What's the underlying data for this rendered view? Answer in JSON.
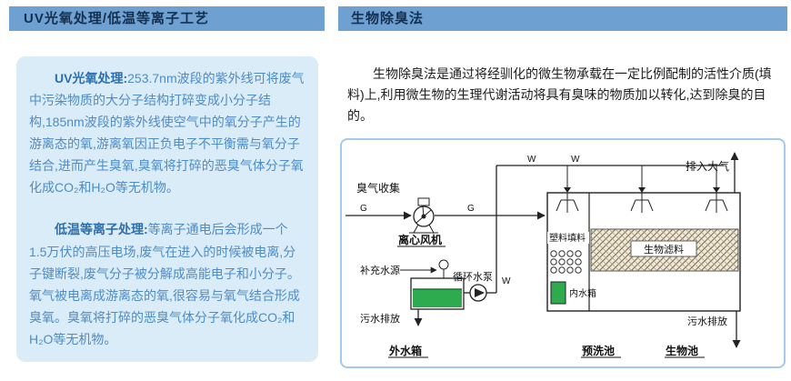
{
  "left_panel": {
    "header": "UV光氧处理/低温等离子工艺",
    "sections": [
      {
        "title": "UV光氧处理:",
        "body": "253.7nm波段的紫外线可将废气中污染物质的大分子结构打碎变成小分子结构,185nm波段的紫外线使空气中的氧分子产生的游离态的氧,游离氧因正负电子不平衡需与氧分子结合,进而产生臭氧,臭氧将打碎的恶臭气体分子氧化成CO₂和H₂O等无机物。"
      },
      {
        "title": "低温等离子处理:",
        "body": "等离子通电后会形成一个1.5万伏的高压电场,废气在进入的时候被电离,分子键断裂,废气分子被分解成高能电子和小分子。氧气被电离成游离态的氧,很容易与氧气结合形成臭氧。臭氧将打碎的恶臭气体分子氧化成CO₂和H₂O等无机物。"
      }
    ]
  },
  "right_panel": {
    "header": "生物除臭法",
    "intro": "生物除臭法是通过将经驯化的微生物承载在一定比例配制的活性介质(填料)上,利用微生物的生理代谢活动将具有臭味的物质加以转化,达到除臭的目的。",
    "diagram": {
      "labels": {
        "odor_collection": "臭气收集",
        "centrifugal_fan": "离心风机",
        "plastic_packing": "塑料填料",
        "bio_filter_media": "生物滤料",
        "exhaust_to_atmosphere": "排入大气",
        "makeup_water_source": "补充水源",
        "circulation_pump": "循环水泵",
        "inner_water_tank": "内水箱",
        "sewage_discharge": "污水排放",
        "outer_water_tank": "外水箱",
        "prewash_pool": "预洗池",
        "bio_pool": "生物池",
        "gas": "G",
        "water": "W"
      },
      "colors": {
        "water_green": "#2eab4f",
        "hatch_dark": "#7e6f52"
      }
    }
  }
}
